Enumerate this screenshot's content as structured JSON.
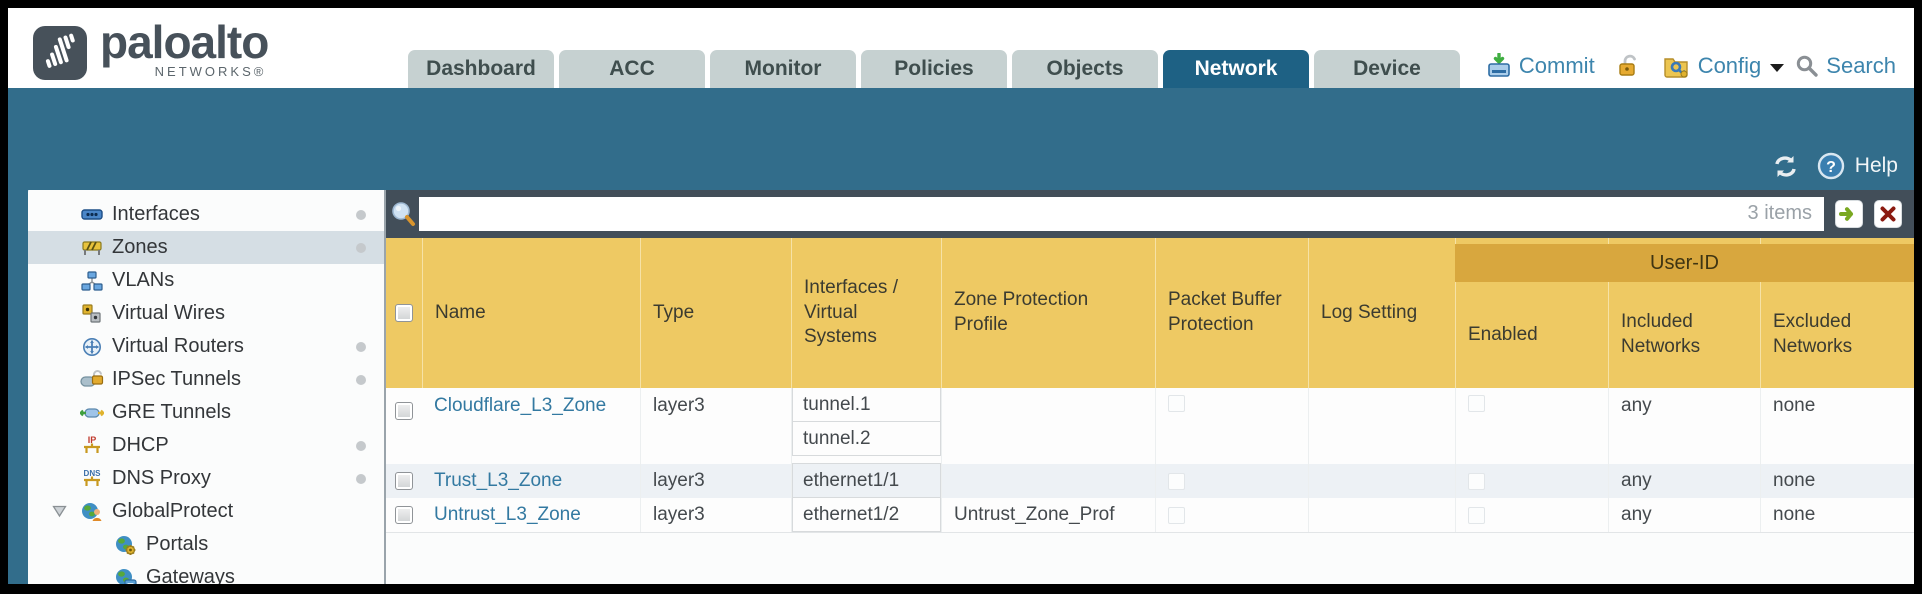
{
  "brand": {
    "name": "paloalto",
    "subname": "NETWORKS®"
  },
  "tabs": [
    {
      "label": "Dashboard"
    },
    {
      "label": "ACC"
    },
    {
      "label": "Monitor"
    },
    {
      "label": "Policies"
    },
    {
      "label": "Objects"
    },
    {
      "label": "Network"
    },
    {
      "label": "Device"
    }
  ],
  "active_tab": "Network",
  "header_actions": {
    "commit": "Commit",
    "config": "Config",
    "search": "Search"
  },
  "band": {
    "help_label": "Help"
  },
  "sidebar": {
    "items": [
      {
        "label": "Interfaces"
      },
      {
        "label": "Zones"
      },
      {
        "label": "VLANs"
      },
      {
        "label": "Virtual Wires"
      },
      {
        "label": "Virtual Routers"
      },
      {
        "label": "IPSec Tunnels"
      },
      {
        "label": "GRE Tunnels"
      },
      {
        "label": "DHCP"
      },
      {
        "label": "DNS Proxy"
      },
      {
        "label": "GlobalProtect"
      },
      {
        "label": "Portals"
      },
      {
        "label": "Gateways"
      }
    ],
    "selected": "Zones"
  },
  "filter": {
    "value": "",
    "count_label": "3 items"
  },
  "table": {
    "user_id_group_label": "User-ID",
    "columns": {
      "name": "Name",
      "type": "Type",
      "interfaces": "Interfaces / Virtual Systems",
      "zone_protection": "Zone Protection Profile",
      "packet_buffer": "Packet Buffer Protection",
      "log_setting": "Log Setting",
      "enabled": "Enabled",
      "included": "Included Networks",
      "excluded": "Excluded Networks"
    },
    "rows": [
      {
        "name": "Cloudflare_L3_Zone",
        "type": "layer3",
        "interfaces": [
          "tunnel.1",
          "tunnel.2"
        ],
        "zone_protection": "",
        "log_setting": "",
        "included": "any",
        "excluded": "none"
      },
      {
        "name": "Trust_L3_Zone",
        "type": "layer3",
        "interfaces": [
          "ethernet1/1"
        ],
        "zone_protection": "",
        "log_setting": "",
        "included": "any",
        "excluded": "none"
      },
      {
        "name": "Untrust_L3_Zone",
        "type": "layer3",
        "interfaces": [
          "ethernet1/2"
        ],
        "zone_protection": "Untrust_Zone_Prof",
        "log_setting": "",
        "included": "any",
        "excluded": "none"
      }
    ]
  },
  "colors": {
    "band_teal": "#326d8b",
    "active_tab": "#1e6184",
    "header_amber": "#eec963",
    "user_id_band": "#d8a73e",
    "link": "#3379a1"
  }
}
